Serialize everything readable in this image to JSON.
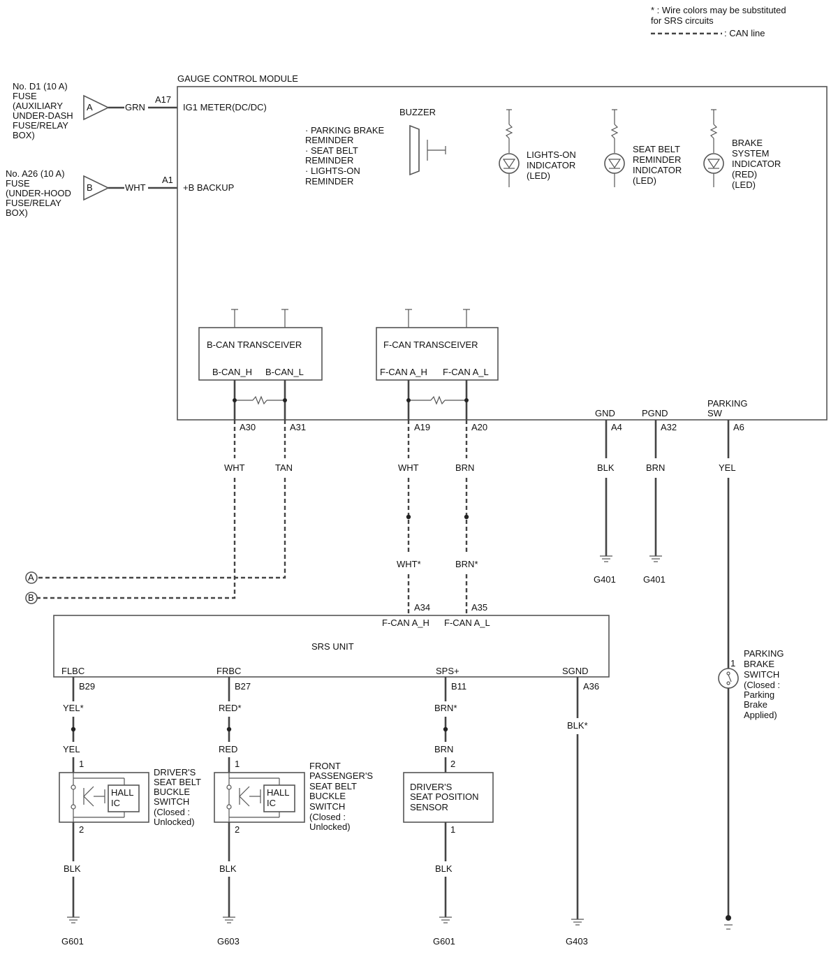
{
  "legend": {
    "asterisk_note": "* : Wire colors may be substituted",
    "asterisk_note_2": "for SRS circuits",
    "can_line": ": CAN line"
  },
  "fuse_a": {
    "lines": [
      "No. D1 (10 A)",
      "FUSE",
      "(AUXILIARY",
      "UNDER-DASH",
      "FUSE/RELAY",
      "BOX)"
    ],
    "tag": "A",
    "wire": "GRN",
    "pin": "A17",
    "terminal": "IG1 METER(DC/DC)"
  },
  "fuse_b": {
    "lines": [
      "No. A26 (10 A)",
      "FUSE",
      "(UNDER-HOOD",
      "FUSE/RELAY",
      "BOX)"
    ],
    "tag": "B",
    "wire": "WHT",
    "pin": "A1",
    "terminal": "+B BACKUP"
  },
  "gauge": {
    "title": "GAUGE CONTROL MODULE",
    "buzzer": "BUZZER",
    "reminders": [
      "· PARKING BRAKE",
      "REMINDER",
      "· SEAT BELT",
      "REMINDER",
      "· LIGHTS-ON",
      "REMINDER"
    ],
    "led1": [
      "LIGHTS-ON",
      "INDICATOR",
      "(LED)"
    ],
    "led2": [
      "SEAT BELT",
      "REMINDER",
      "INDICATOR",
      "(LED)"
    ],
    "led3": [
      "BRAKE",
      "SYSTEM",
      "INDICATOR",
      "(RED)",
      "(LED)"
    ],
    "bcan": {
      "title": "B-CAN TRANSCEIVER",
      "h": "B-CAN_H",
      "l": "B-CAN_L"
    },
    "fcan": {
      "title": "F-CAN TRANSCEIVER",
      "h": "F-CAN A_H",
      "l": "F-CAN A_L"
    },
    "gnd_label": "GND",
    "pgnd_label": "PGND",
    "parking_label_1": "PARKING",
    "parking_label_2": "SW"
  },
  "gauge_pins": {
    "a30": "A30",
    "a31": "A31",
    "a19": "A19",
    "a20": "A20",
    "a4": "A4",
    "a32": "A32",
    "a6": "A6"
  },
  "gauge_wires": {
    "a30": "WHT",
    "a31": "TAN",
    "a19": "WHT",
    "a20": "BRN",
    "a4": "BLK",
    "a32": "BRN",
    "a6": "YEL",
    "a19_sub": "WHT*",
    "a20_sub": "BRN*"
  },
  "grounds_top": {
    "g1": "G401",
    "g2": "G401"
  },
  "connectors": {
    "a": "A",
    "b": "B"
  },
  "srs": {
    "title": "SRS UNIT",
    "pin_a34": "A34",
    "pin_a35": "A35",
    "fcan_h": "F-CAN A_H",
    "fcan_l": "F-CAN A_L",
    "flbc": "FLBC",
    "frbc": "FRBC",
    "sps": "SPS+",
    "sgnd": "SGND",
    "pin_b29": "B29",
    "pin_b27": "B27",
    "pin_b11": "B11",
    "pin_a36": "A36"
  },
  "lower_wires": {
    "w1_top": "YEL*",
    "w1_bottom": "YEL",
    "w2_top": "RED*",
    "w2_bottom": "RED",
    "w3_top": "BRN*",
    "w3_bottom": "BRN",
    "w4": "BLK*",
    "blk1": "BLK",
    "blk2": "BLK",
    "blk3": "BLK"
  },
  "driver_switch": {
    "lines": [
      "DRIVER'S",
      "SEAT BELT",
      "BUCKLE",
      "SWITCH",
      "(Closed :",
      "Unlocked)"
    ],
    "hall_1": "HALL",
    "hall_2": "IC",
    "pin1": "1",
    "pin2": "2"
  },
  "pass_switch": {
    "lines": [
      "FRONT",
      "PASSENGER'S",
      "SEAT BELT",
      "BUCKLE",
      "SWITCH",
      "(Closed :",
      "Unlocked)"
    ],
    "hall_1": "HALL",
    "hall_2": "IC",
    "pin1": "1",
    "pin2": "2"
  },
  "seat_sensor": {
    "lines": [
      "DRIVER'S",
      "SEAT POSITION",
      "SENSOR"
    ],
    "pin1": "2",
    "pin2": "1"
  },
  "parking_brake_switch": {
    "lines": [
      "PARKING",
      "BRAKE",
      "SWITCH",
      "(Closed :",
      "Parking",
      "Brake",
      "Applied)"
    ],
    "pin": "1"
  },
  "grounds_bottom": {
    "g1": "G601",
    "g2": "G603",
    "g3": "G601",
    "g4": "G403"
  }
}
